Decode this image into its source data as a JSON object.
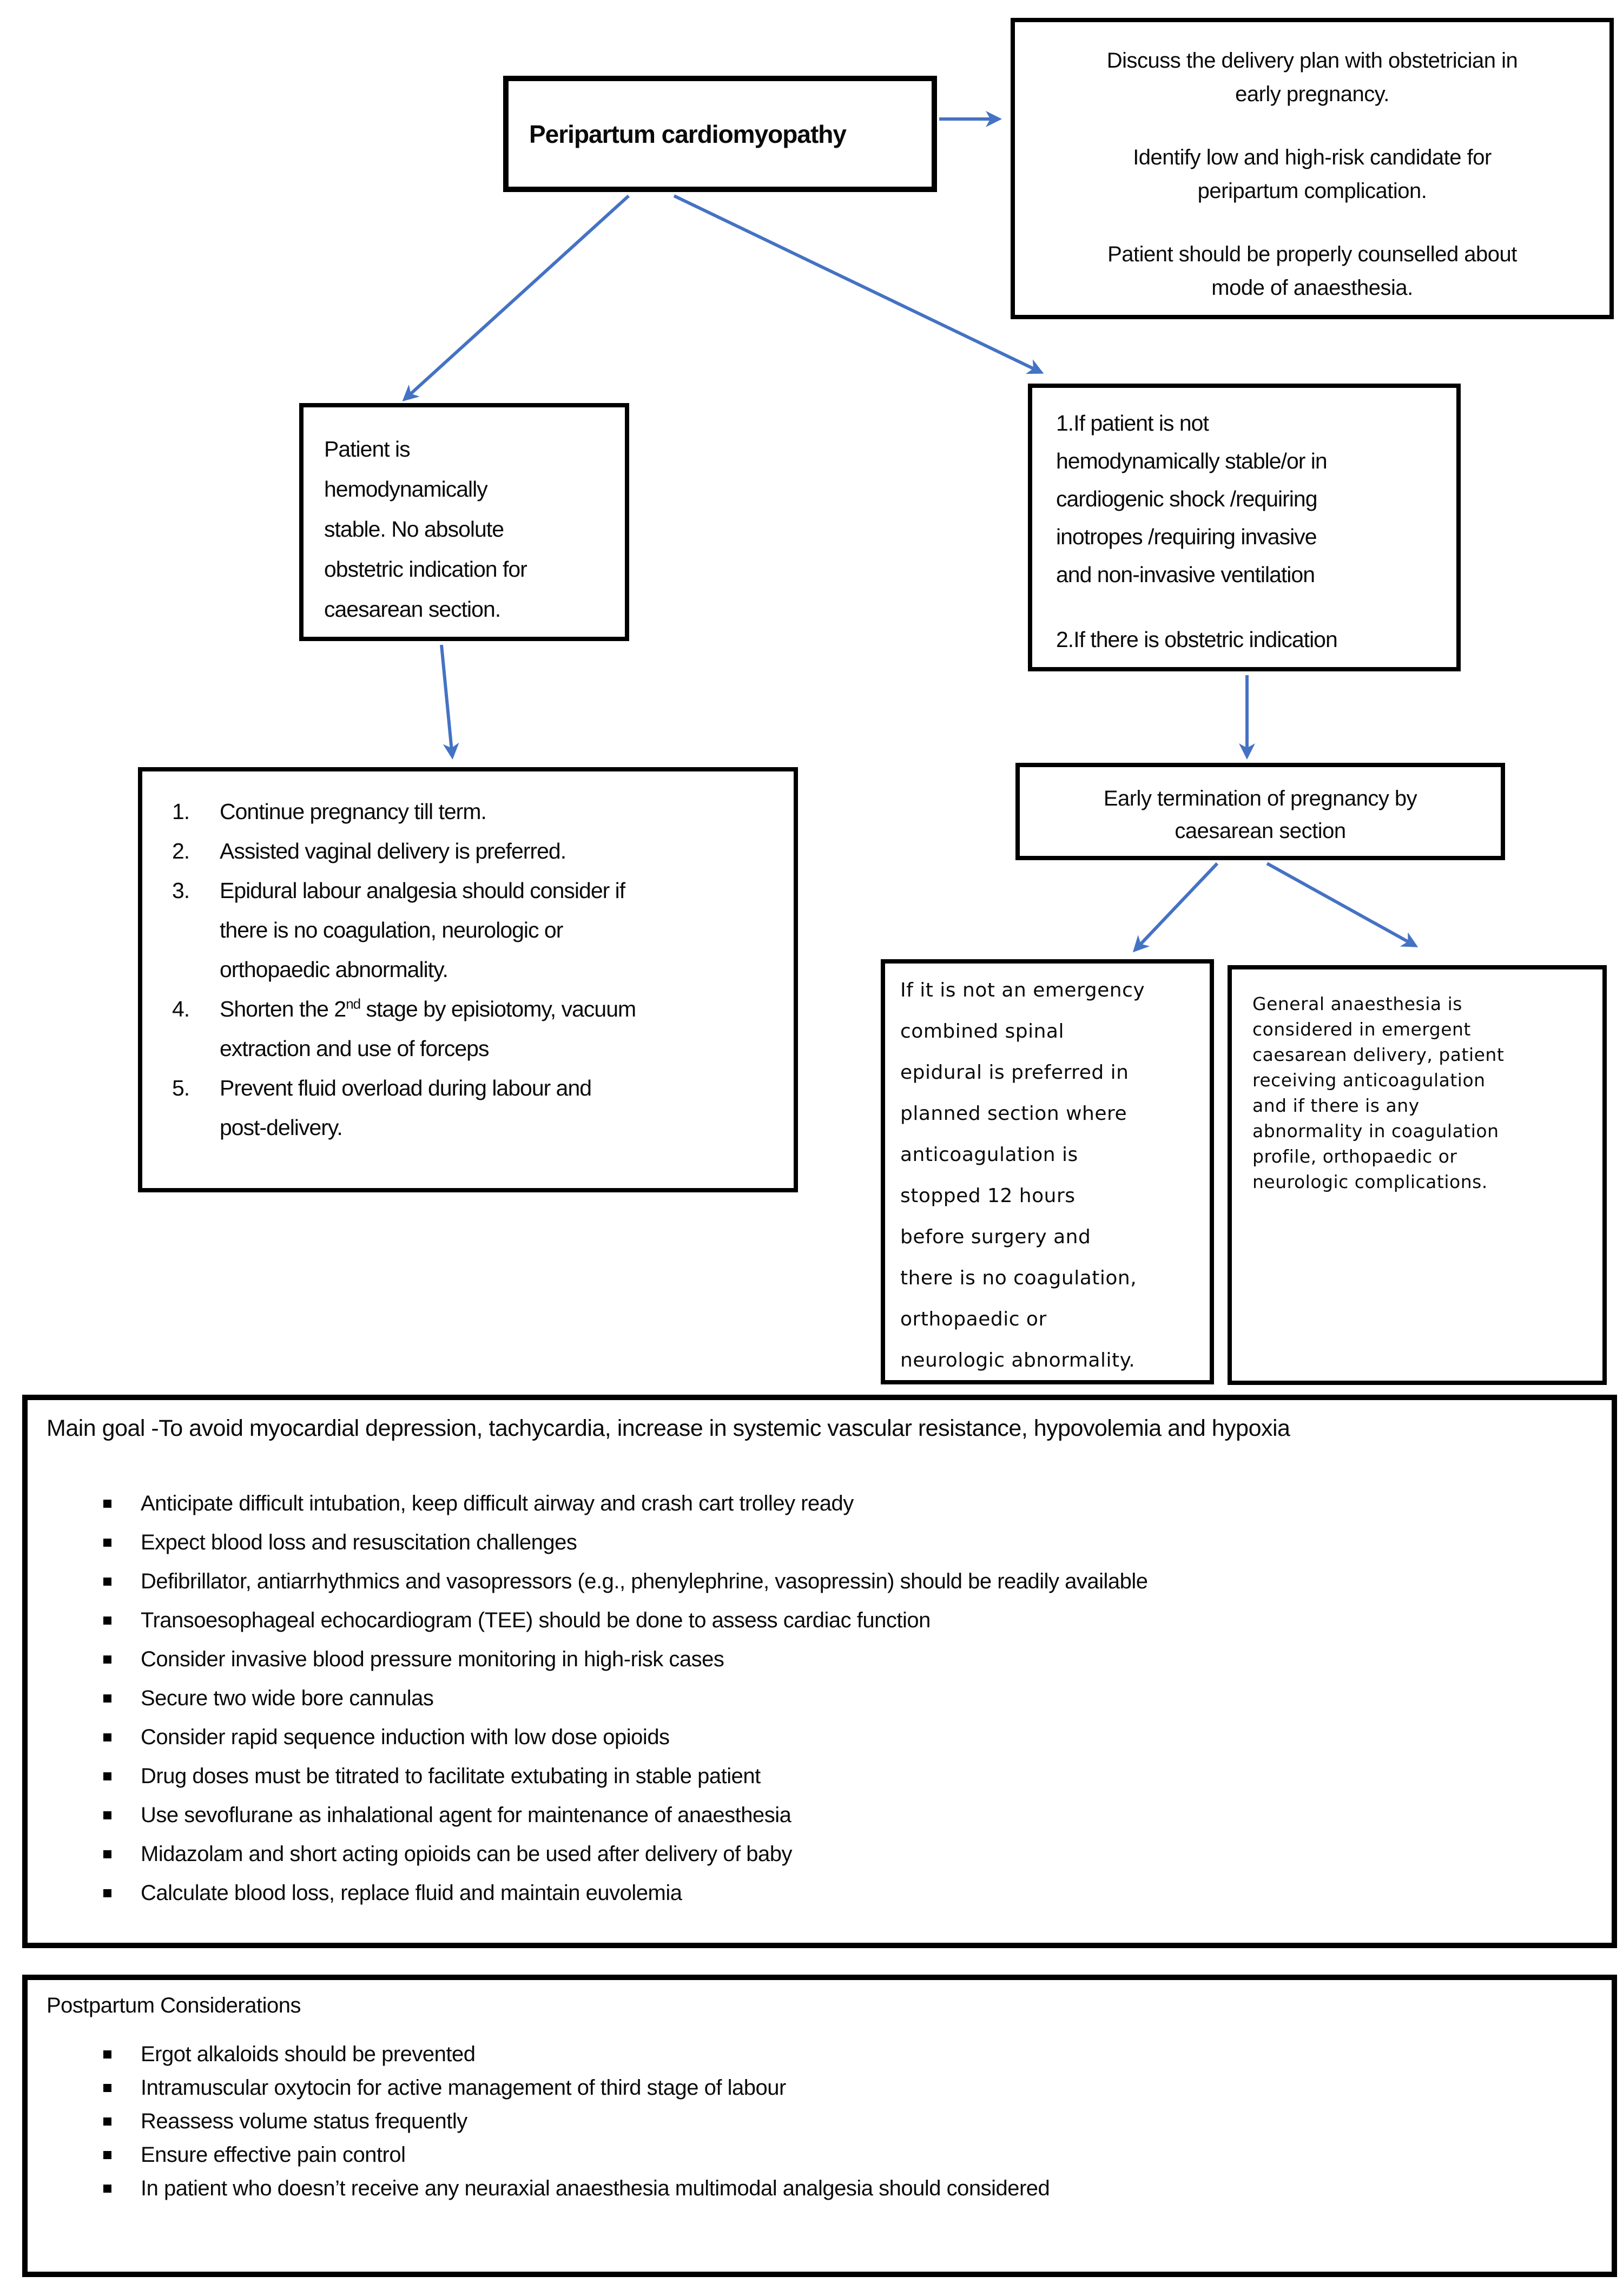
{
  "colors": {
    "arrow": "#4472c4",
    "border": "#000000"
  },
  "flowchart": {
    "title": "Peripartum cardiomyopathy",
    "plan": {
      "paragraphs": [
        [
          "Discuss the delivery plan with obstetrician in",
          "early pregnancy."
        ],
        [
          "Identify low and high-risk candidate for",
          "peripartum complication."
        ],
        [
          "Patient should be properly counselled about",
          "mode of anaesthesia."
        ]
      ]
    },
    "stable": {
      "lines": [
        "Patient is",
        "hemodynamically",
        "stable. No absolute",
        "obstetric indication for",
        "caesarean section."
      ]
    },
    "unstable": {
      "para1_lines": [
        "1.If patient is not",
        "hemodynamically stable/or in",
        "cardiogenic shock /requiring",
        "inotropes /requiring invasive",
        "and non-invasive ventilation"
      ],
      "para2_lines": [
        "2.If there is obstetric indication"
      ]
    },
    "termination": {
      "lines": [
        "Early termination of pregnancy by",
        "caesarean section"
      ]
    },
    "vaginal": {
      "items": [
        {
          "num": "1.",
          "lines": [
            "Continue pregnancy till term."
          ]
        },
        {
          "num": "2.",
          "lines": [
            "Assisted vaginal delivery is preferred."
          ]
        },
        {
          "num": "3.",
          "lines": [
            "Epidural labour analgesia should consider if",
            "there is no coagulation, neurologic or",
            "orthopaedic abnormality."
          ]
        },
        {
          "num": "4.",
          "line1_pre": "Shorten the 2",
          "line1_sup": "nd",
          "line1_post": " stage by episiotomy, vacuum",
          "line2": "extraction and use of forceps"
        },
        {
          "num": "5.",
          "lines": [
            "Prevent fluid overload during labour and",
            "post-delivery."
          ]
        }
      ]
    },
    "cse": {
      "lines": [
        "If it is not an emergency",
        "combined spinal",
        "epidural is preferred in",
        "planned section where",
        "anticoagulation is",
        "stopped 12 hours",
        "before surgery and",
        "there is no coagulation,",
        "orthopaedic or",
        "neurologic abnormality."
      ]
    },
    "ga": {
      "lines": [
        "General anaesthesia is",
        "considered in emergent",
        "caesarean delivery, patient",
        "receiving anticoagulation",
        "and if there is any",
        "abnormality in coagulation",
        "profile, orthopaedic or",
        "neurologic complications."
      ]
    }
  },
  "main_goal": {
    "heading": "Main goal -To avoid myocardial depression, tachycardia, increase in systemic vascular resistance, hypovolemia and hypoxia",
    "bullets": [
      "Anticipate difficult intubation, keep difficult airway and crash cart trolley ready",
      "Expect blood loss and resuscitation challenges",
      "Defibrillator, antiarrhythmics and vasopressors (e.g., phenylephrine, vasopressin) should be readily available",
      "Transoesophageal echocardiogram (TEE) should be done to assess cardiac function",
      "Consider invasive blood pressure monitoring in high-risk cases",
      "Secure two wide bore cannulas",
      "Consider rapid sequence induction with low dose opioids",
      "Drug doses must be titrated to facilitate extubating in stable patient",
      "Use sevoflurane as inhalational agent for maintenance of anaesthesia",
      "Midazolam and short acting opioids can be used after delivery of baby",
      "Calculate blood loss, replace fluid and maintain euvolemia"
    ]
  },
  "postpartum": {
    "heading": "Postpartum Considerations",
    "bullets": [
      "Ergot alkaloids should be prevented",
      "Intramuscular oxytocin for active management of third stage of labour",
      "Reassess volume status frequently",
      "Ensure effective pain control",
      "In patient who doesn’t receive any neuraxial anaesthesia multimodal analgesia should considered"
    ]
  }
}
